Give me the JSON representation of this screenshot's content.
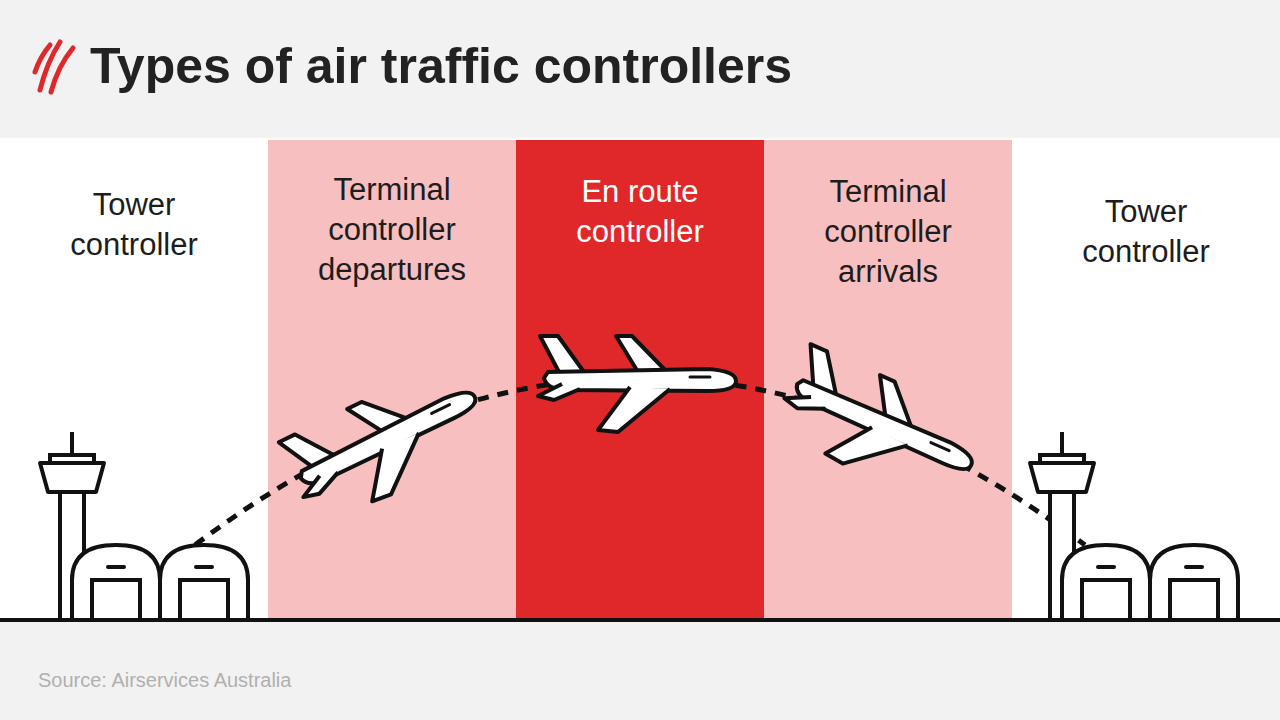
{
  "diagram": {
    "title": "Types of air traffic controllers",
    "caption": "Source: Airservices Australia",
    "nodes": [
      {
        "text": [
          "Tower controller"
        ]
      },
      {
        "text": [
          "Terminal controller departures"
        ]
      },
      {
        "text": [
          "En route controller"
        ]
      },
      {
        "text": [
          "Terminal controller arrivals"
        ]
      },
      {
        "text": [
          "Tower controller"
        ]
      }
    ]
  }
}
